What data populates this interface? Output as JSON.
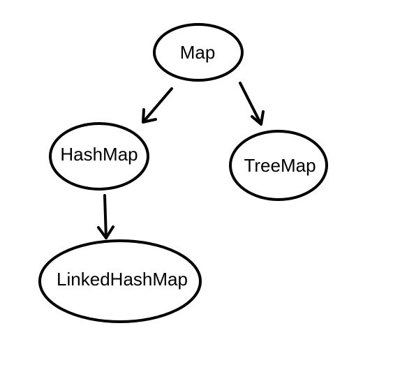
{
  "diagram": {
    "nodes": [
      {
        "id": "map",
        "label": "Map"
      },
      {
        "id": "hashmap",
        "label": "HashMap"
      },
      {
        "id": "treemap",
        "label": "TreeMap"
      },
      {
        "id": "linkedhashmap",
        "label": "LinkedHashMap"
      }
    ],
    "edges": [
      {
        "from": "map",
        "to": "hashmap"
      },
      {
        "from": "map",
        "to": "treemap"
      },
      {
        "from": "hashmap",
        "to": "linkedhashmap"
      }
    ],
    "colors": {
      "stroke": "#000000",
      "fill": "#ffffff",
      "text": "#000000"
    }
  }
}
